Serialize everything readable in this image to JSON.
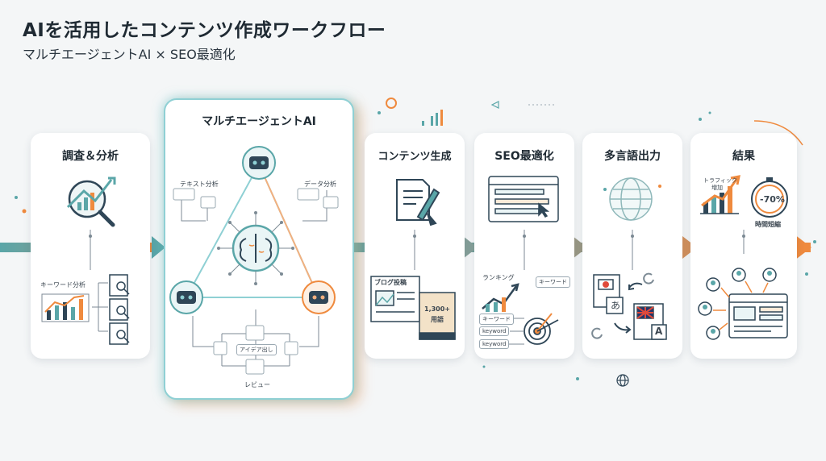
{
  "header": {
    "title": "AIを活用したコンテンツ作成ワークフロー",
    "subtitle": "マルチエージェントAI × SEO最適化"
  },
  "steps": [
    {
      "title": "調査＆分析",
      "sub_label": "キーワード分析"
    },
    {
      "title": "マルチエージェントAI",
      "labels": [
        "テキスト分析",
        "データ分析",
        "アイデア出し",
        "レビュー"
      ]
    },
    {
      "title": "コンテンツ生成",
      "labels": [
        "ブログ投稿",
        "1,300+",
        "用語"
      ]
    },
    {
      "title": "SEO最適化",
      "labels": [
        "ランキング",
        "キーワード",
        "キーワード",
        "keyword",
        "keyword"
      ]
    },
    {
      "title": "多言語出力",
      "labels": [
        "あ",
        "A"
      ]
    },
    {
      "title": "結果",
      "labels": [
        "トラフィック",
        "増加",
        "-70%",
        "時間短縮"
      ]
    }
  ],
  "colors": {
    "teal": "#5aa6a8",
    "orange": "#ef8a3e",
    "navy": "#2f4657",
    "gray": "#7c8a94"
  }
}
